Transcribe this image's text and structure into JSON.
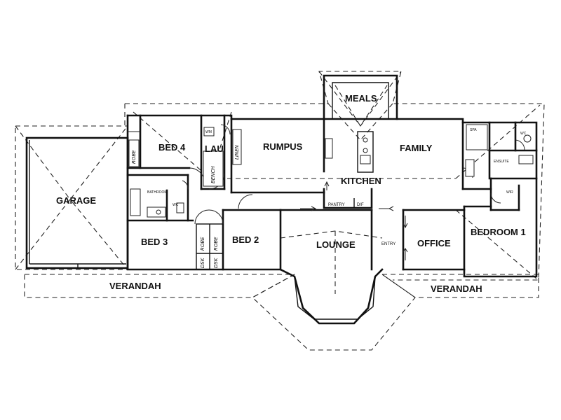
{
  "rooms": {
    "garage": "GARAGE",
    "bed4": "BED 4",
    "lau": "LAU",
    "rumpus": "RUMPUS",
    "meals": "MEALS",
    "family": "FAMILY",
    "kitchen": "KITCHEN",
    "bed3": "BED 3",
    "bed2": "BED 2",
    "lounge": "LOUNGE",
    "office": "OFFICE",
    "bedroom1": "BEDROOM 1",
    "verandah_left": "VERANDAH",
    "verandah_right": "VERANDAH",
    "entry": "ENTRY",
    "pantry": "PANTRY",
    "df": "D/F",
    "bathroom": "BATHROOM",
    "wc_left": "WC",
    "wc_right": "WC",
    "spa": "SPA",
    "ensuite": "ENSUITE",
    "wir": "WIR",
    "wm": "WM"
  },
  "handwritten": {
    "robe_bed4": "ROBE",
    "bench": "BENCH",
    "linen": "LINEN",
    "robe_bed2a": "ROBE",
    "robe_bed2b": "ROBE",
    "dsk": "DSK",
    "dsk2": "DSK"
  }
}
